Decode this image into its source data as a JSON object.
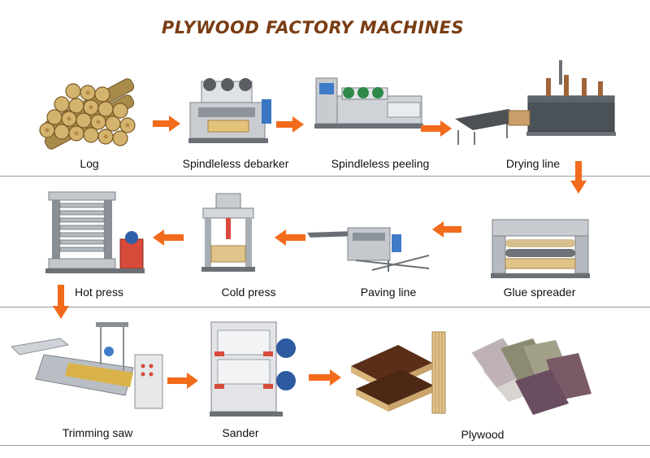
{
  "title": "PLYWOOD FACTORY MACHINES",
  "arrow_color": "#f26a1b",
  "rows": [
    [
      "Log",
      "Spindleless  debarker",
      "Spindleless peeling",
      "Drying line"
    ],
    [
      "Hot press",
      "Cold press",
      "Paving line",
      "Glue spreader"
    ],
    [
      "Trimming saw",
      "Sander",
      "Plywood"
    ]
  ]
}
